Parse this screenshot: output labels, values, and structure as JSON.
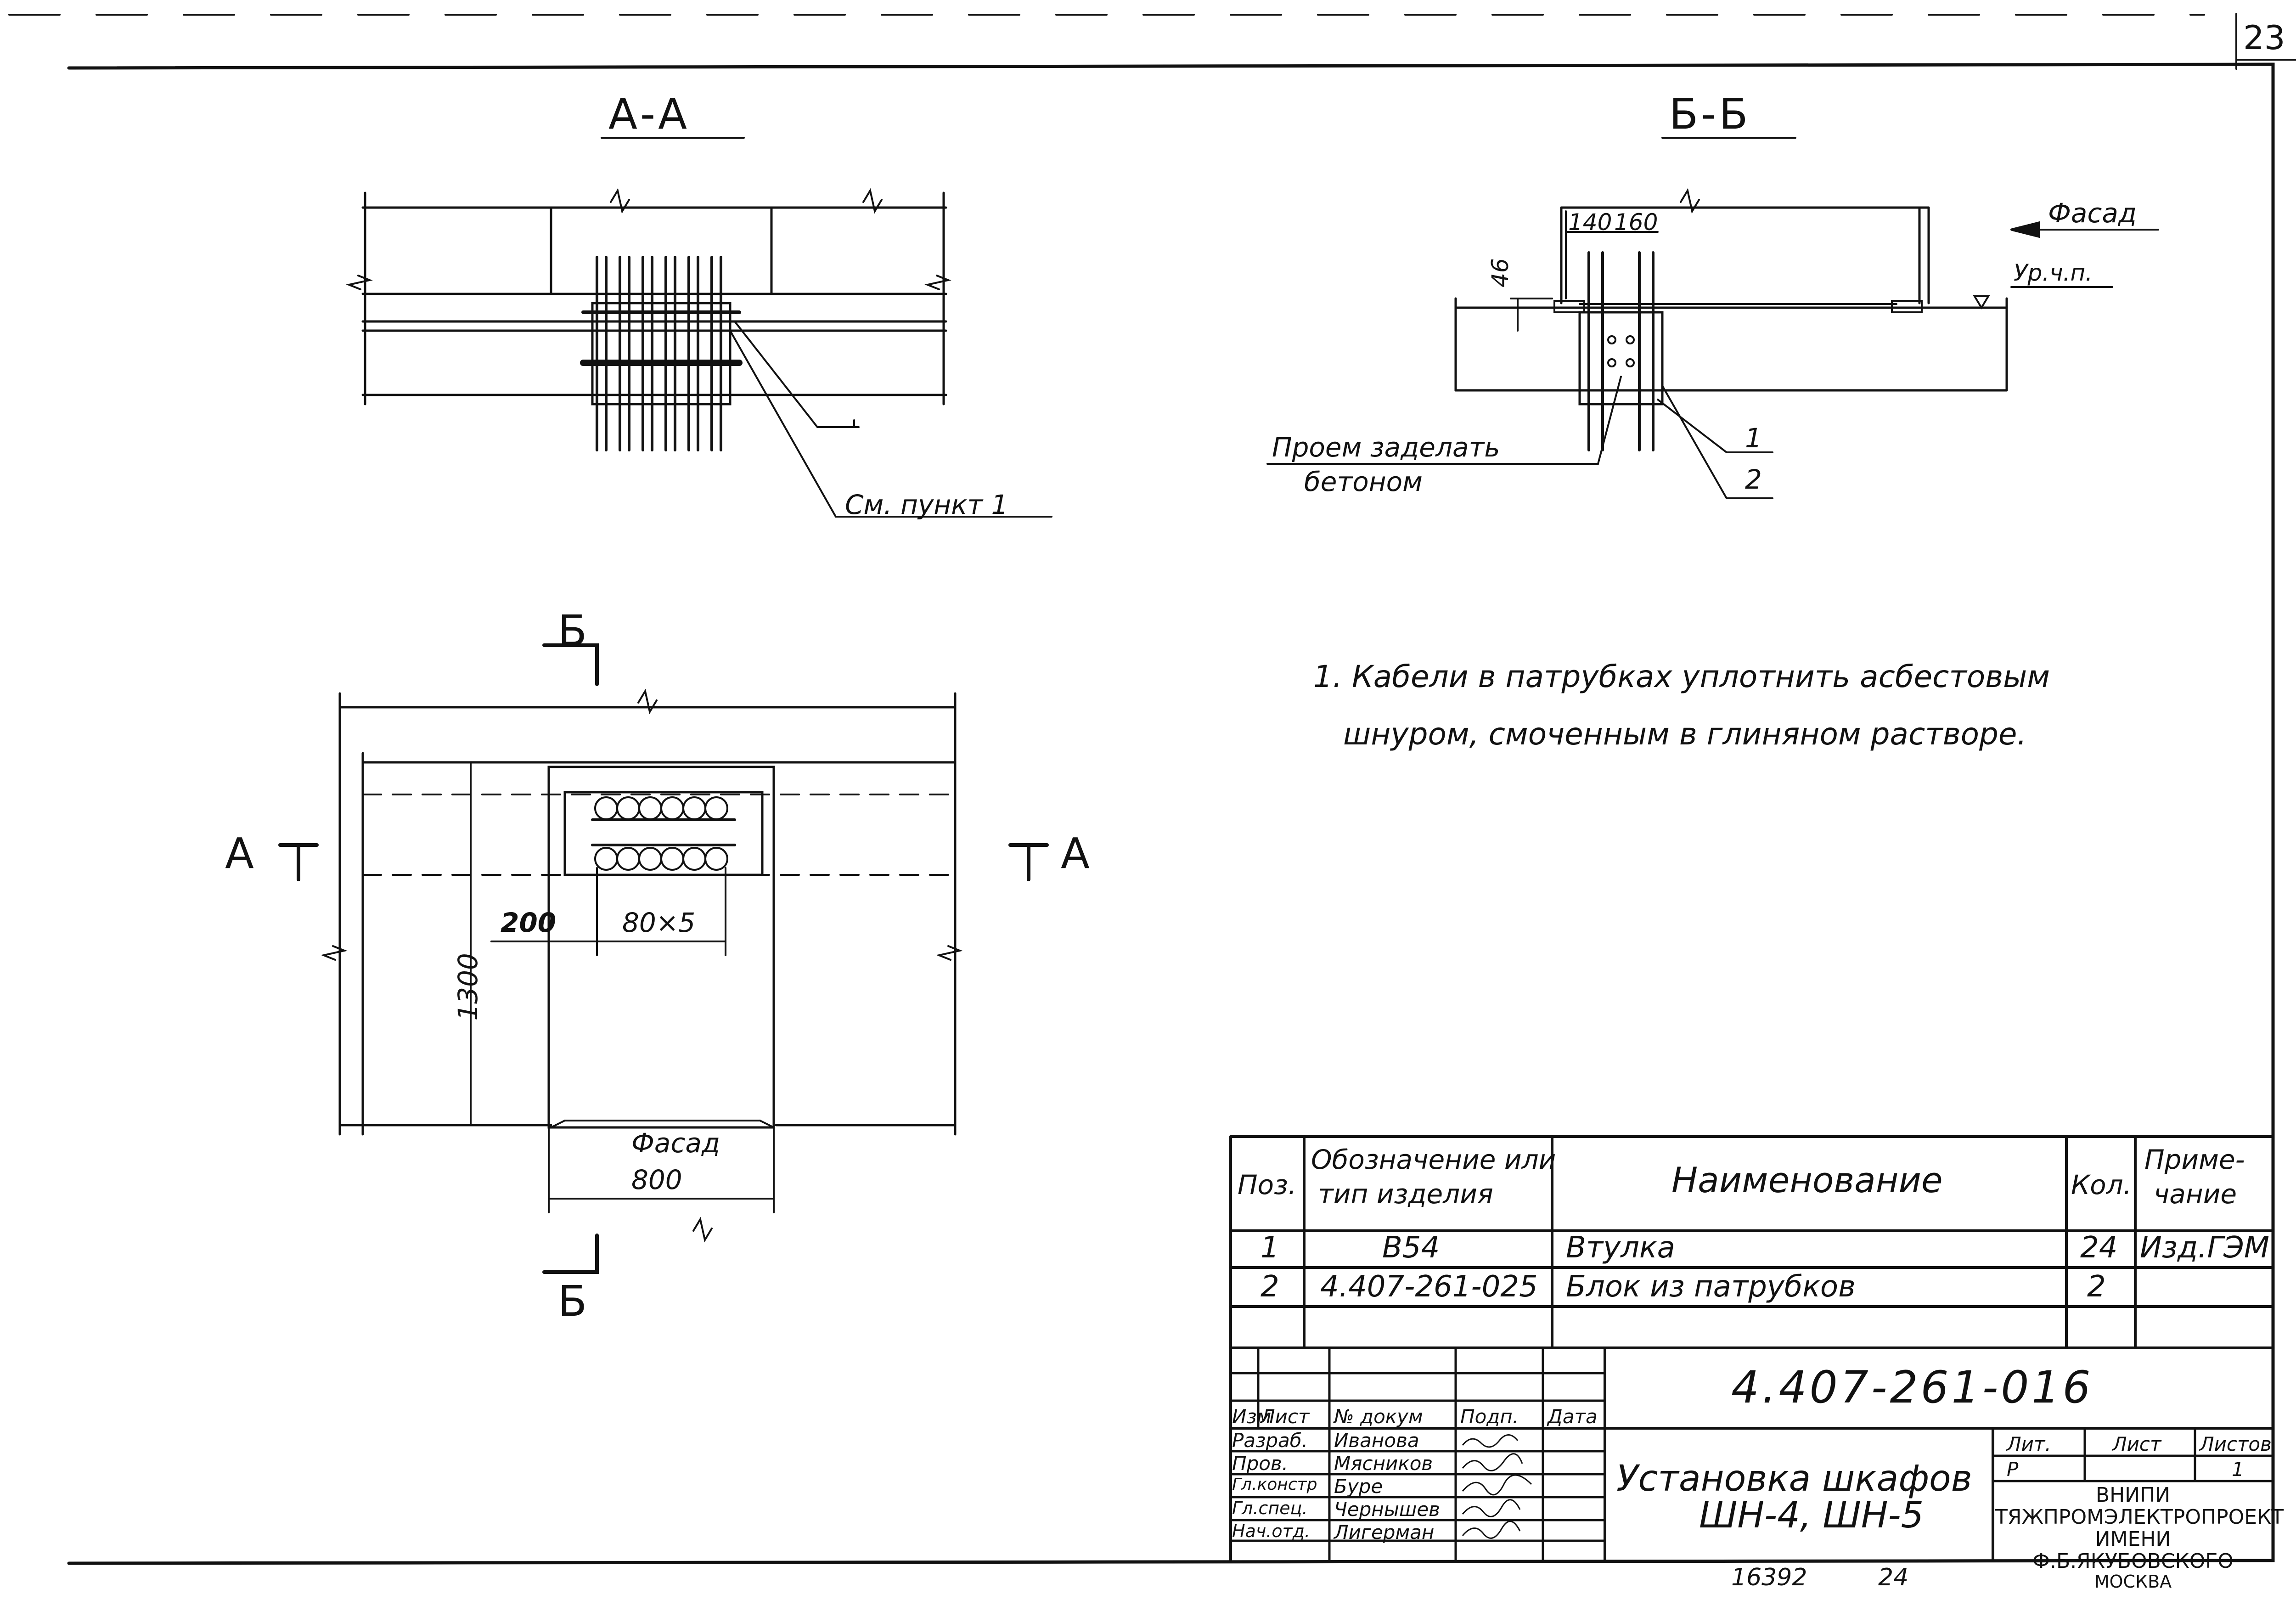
{
  "sheet_number": "23",
  "sections": {
    "aa_title": "А-А",
    "bb_title": "Б-Б",
    "aa_callout": "См. пункт 1",
    "bb_facade": "Фасад",
    "bb_level": "Ур.ч.п.",
    "bb_opening_line1": "Проем заделать",
    "bb_opening_line2": "бетоном",
    "bb_pos1": "1",
    "bb_pos2": "2",
    "bb_dim_140": "140",
    "bb_dim_160": "160",
    "bb_dim_46": "46"
  },
  "plan": {
    "cut_b_top": "Б",
    "cut_b_bottom": "Б",
    "cut_a_left": "А",
    "cut_a_right": "А",
    "dim_1300": "1300",
    "dim_200": "200",
    "dim_80x5": "80×5",
    "facade": "Фасад",
    "dim_800": "800"
  },
  "notes": {
    "line1": "1. Кабели в патрубках уплотнить асбестовым",
    "line2": "шнуром, смоченным в глиняном растворе."
  },
  "spec_table": {
    "headers": {
      "pos": "Поз.",
      "designation_l1": "Обозначение или",
      "designation_l2": "тип изделия",
      "name": "Наименование",
      "qty": "Кол.",
      "note_l1": "Приме-",
      "note_l2": "чание"
    },
    "rows": [
      {
        "pos": "1",
        "designation": "В54",
        "name": "Втулка",
        "qty": "24",
        "note": "Изд.ГЭМ"
      },
      {
        "pos": "2",
        "designation": "4.407-261-025",
        "name": "Блок из патрубков",
        "qty": "2",
        "note": ""
      }
    ]
  },
  "title_block": {
    "doc_code": "4.407-261-016",
    "title_l1": "Установка шкафов",
    "title_l2": "ШН-4, ШН-5",
    "rev_headers": [
      "Изм",
      "Лист",
      "№ докум",
      "Подп.",
      "Дата"
    ],
    "roles": [
      {
        "role": "Разраб.",
        "name": "Иванова"
      },
      {
        "role": "Пров.",
        "name": "Мясников"
      },
      {
        "role": "Гл.констр",
        "name": "Буре"
      },
      {
        "role": "Гл.спец.",
        "name": "Чернышев"
      },
      {
        "role": "Нач.отд.",
        "name": "Лигерман"
      }
    ],
    "lit_label": "Лит.",
    "sheet_label": "Лист",
    "sheets_label": "Листов",
    "lit_value": "Р",
    "sheets_value": "1",
    "org_l1": "ВНИПИ",
    "org_l2": "ТЯЖПРОМЭЛЕКТРОПРОЕКТ",
    "org_l3": "ИМЕНИ Ф.Б.ЯКУБОВСКОГО",
    "org_l4": "МОСКВА"
  },
  "footer": {
    "archive_no": "16392",
    "page": "24"
  }
}
